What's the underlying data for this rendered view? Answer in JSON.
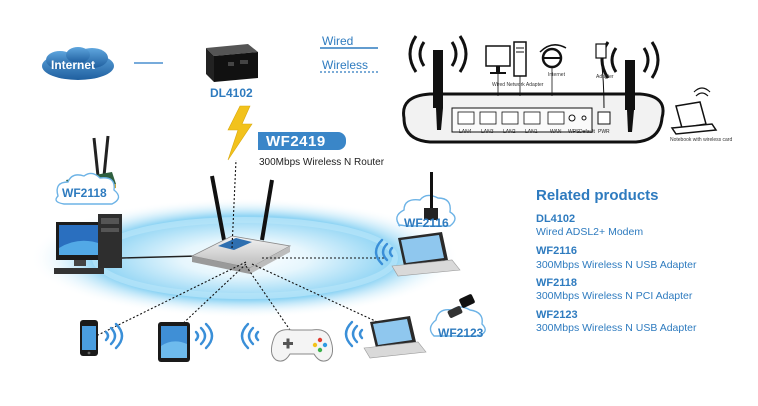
{
  "colors": {
    "brand_blue": "#2e7bbf",
    "badge_blue": "#3a86c8",
    "lightning": "#f2c21c",
    "ellipse": "#6cc6f0"
  },
  "internet": {
    "label": "Internet"
  },
  "legend": {
    "wired": "Wired",
    "wireless": "Wireless"
  },
  "modem": {
    "name": "DL4102"
  },
  "router": {
    "badge": "WF2419",
    "subtitle": "300Mbps Wireless N Router"
  },
  "devices": {
    "pci_card": "WF2118",
    "usb_adapter": "WF2116",
    "usb_dongle": "WF2123"
  },
  "panel": {
    "ports": [
      "LAN4",
      "LAN3",
      "LAN2",
      "LAN1",
      "WAN",
      "WPS",
      "Default",
      "PWR"
    ],
    "network_adapter": "Wired Network Adapter",
    "internet": "Internet",
    "adapter": "Adapter",
    "notebook": "Notebook with wireless card"
  },
  "related": {
    "title": "Related products",
    "items": [
      {
        "code": "DL4102",
        "desc": "Wired ADSL2+ Modem"
      },
      {
        "code": "WF2116",
        "desc": "300Mbps Wireless N USB Adapter"
      },
      {
        "code": "WF2118",
        "desc": "300Mbps Wireless N PCI Adapter"
      },
      {
        "code": "WF2123",
        "desc": "300Mbps Wireless N USB Adapter"
      }
    ]
  }
}
